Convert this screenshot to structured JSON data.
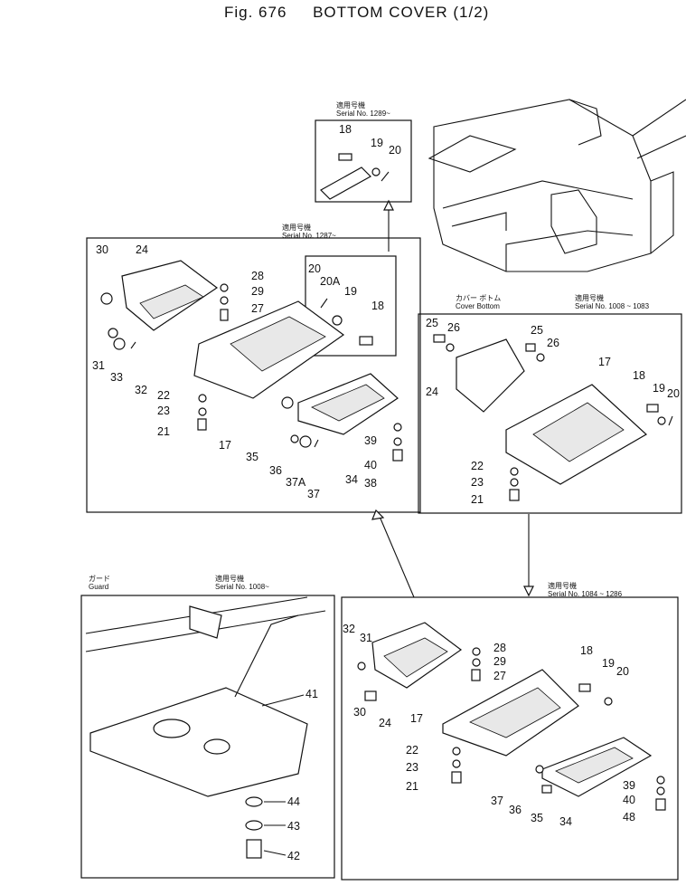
{
  "figure": {
    "number": "Fig. 676",
    "title": "BOTTOM COVER (1/2)"
  },
  "panels": {
    "serial_1289": {
      "caption_jp": "適用号機",
      "caption_en": "Serial No. 1289~",
      "labels": [
        "18",
        "19",
        "20"
      ]
    },
    "serial_1287": {
      "caption_jp": "適用号機",
      "caption_en": "Serial No. 1287~",
      "labels": [
        "30",
        "24",
        "28",
        "29",
        "27",
        "20",
        "20A",
        "19",
        "18",
        "31",
        "33",
        "32",
        "22",
        "23",
        "21",
        "17",
        "35",
        "36",
        "37A",
        "37",
        "34",
        "39",
        "40",
        "38"
      ]
    },
    "cover_bottom": {
      "caption_jp": "カバー ボトム",
      "caption_en": "Cover Bottom",
      "serial_jp": "適用号機",
      "serial_en": "Serial No. 1008 ~ 1083",
      "labels": [
        "25",
        "26",
        "25",
        "26",
        "24",
        "17",
        "18",
        "19",
        "20",
        "22",
        "23",
        "21"
      ]
    },
    "guard": {
      "caption_jp": "ガード",
      "caption_en": "Guard",
      "serial_jp": "適用号機",
      "serial_en": "Serial No. 1008~",
      "labels": [
        "41",
        "44",
        "43",
        "42"
      ]
    },
    "serial_1084": {
      "serial_jp": "適用号機",
      "serial_en": "Serial No. 1084 ~ 1286",
      "labels": [
        "32",
        "31",
        "28",
        "29",
        "27",
        "30",
        "24",
        "17",
        "18",
        "19",
        "20",
        "22",
        "23",
        "21",
        "37",
        "36",
        "35",
        "34",
        "39",
        "40",
        "48"
      ]
    }
  }
}
